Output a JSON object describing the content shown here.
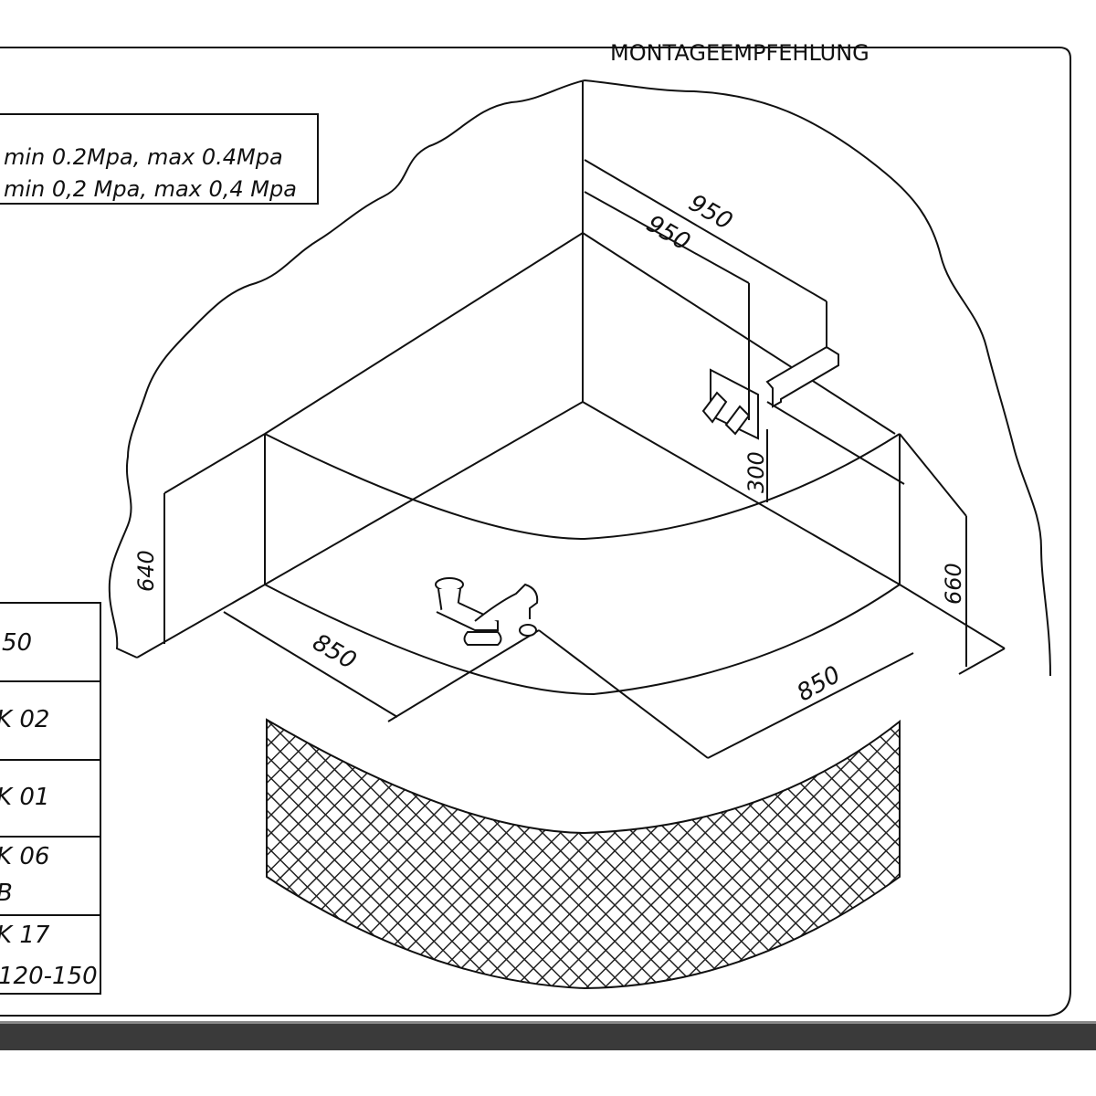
{
  "title": "MONTAGEEMPFEHLUNG",
  "pressure_box": {
    "line1": "min  0.2Mpa,  max  0.4Mpa",
    "line2": "min  0,2  Mpa,  max  0,4  Mpa"
  },
  "parts_table": {
    "rows": [
      [
        "50"
      ],
      [
        "K 02"
      ],
      [
        "K 01"
      ],
      [
        "K 06",
        "B"
      ],
      [
        "K 17",
        "120-150"
      ]
    ]
  },
  "dimensions": {
    "wall_upper": "950",
    "wall_lower": "950",
    "height_left": "640",
    "height_right": "660",
    "valve_height": "300",
    "front_left": "850",
    "front_right": "850"
  },
  "colors": {
    "line": "#111111",
    "bar": "#3a3a3a",
    "mesh": "#222222"
  }
}
